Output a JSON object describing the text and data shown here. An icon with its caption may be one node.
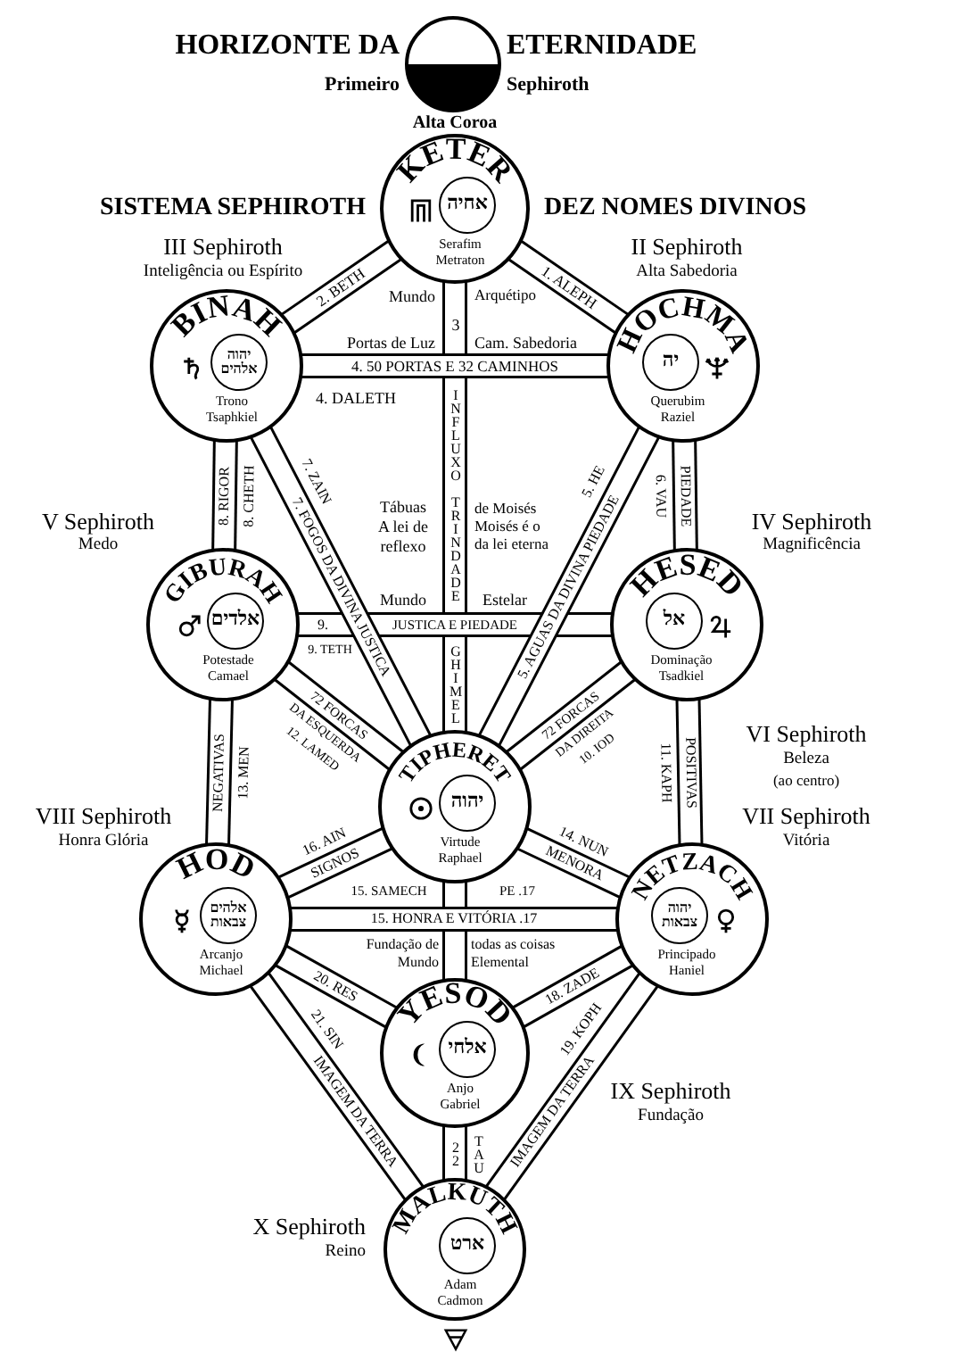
{
  "diagram": {
    "nodes": [
      {
        "text": [],
        "shape": "circle",
        "beside": [
          "HORIZONTE DA",
          "ETERNIDADE",
          "Primeiro",
          "Sephiroth"
        ]
      },
      {
        "text": [
          "KETER",
          "Serafim Metraton"
        ],
        "beside": [
          "Alta Coroa"
        ]
      },
      {
        "text": [
          "אחיה"
        ],
        "in": 1
      },
      {
        "text": [
          "BINAH",
          "Trono Tsaphkiel"
        ],
        "beside": [
          "III Sephiroth",
          "Inteligência ou Espírito"
        ]
      },
      {
        "text": [
          "יהוה אלהים"
        ],
        "in": 3
      },
      {
        "text": [
          "HOCHMA",
          "Querubim Raziel"
        ],
        "beside": [
          "II Sephiroth",
          "Alta Sabedoria"
        ]
      },
      {
        "text": [
          "יה"
        ],
        "in": 5
      },
      {
        "text": [
          "GIBURAH",
          "Potestade Camael"
        ],
        "beside": [
          "V Sephiroth",
          "Medo"
        ]
      },
      {
        "text": [
          "אלדים"
        ],
        "in": 7
      },
      {
        "text": [
          "HESED",
          "Dominação Tsadkiel"
        ],
        "beside": [
          "IV Sephiroth",
          "Magnificência"
        ]
      },
      {
        "text": [
          "אל"
        ],
        "in": 9
      },
      {
        "text": [
          "TIPHERET",
          "Virtude Raphael"
        ],
        "beside": [
          "VI Sephiroth",
          "Beleza",
          "(ao centro)"
        ]
      },
      {
        "text": [
          "יהוה"
        ],
        "in": 11
      },
      {
        "text": [
          "HOD",
          "Arcanjo Michael"
        ],
        "beside": [
          "VIII Sephiroth",
          "Honra Glória"
        ]
      },
      {
        "text": [
          "אלהים צבאות"
        ],
        "in": 13
      },
      {
        "text": [
          "NETZACH",
          "Principado Haniel"
        ],
        "beside": [
          "VII Sephiroth",
          "Vitória"
        ]
      },
      {
        "text": [
          "יהוה צבאות"
        ],
        "in": 15
      },
      {
        "text": [
          "YESOD",
          "Anjo Gabriel"
        ],
        "beside": [
          "IX Sephiroth",
          "Fundação"
        ]
      },
      {
        "text": [
          "אלחי"
        ],
        "in": 17
      },
      {
        "text": [
          "MALKUTH",
          "Adam Cadmon"
        ],
        "beside": [
          "X Sephiroth",
          "Reino"
        ]
      },
      {
        "text": [
          "ארט"
        ],
        "in": 19
      }
    ],
    "edges": [
      {
        "from": 1,
        "to": 5,
        "arrow": "none",
        "label": "1. ALEPH"
      },
      {
        "from": 1,
        "to": 3,
        "arrow": "none",
        "label": "2. BETH"
      },
      {
        "from": 1,
        "to": 11,
        "arrow": "none",
        "label": "INFLUXO TRINDADE"
      },
      {
        "from": 3,
        "to": 5,
        "arrow": "none",
        "label": "4. 50 PORTAS E 32 CAMINHOS"
      },
      {
        "from": 5,
        "to": 11,
        "arrow": "none",
        "label": "5. AGUAS DA DIVINA PIEDADE"
      },
      {
        "from": 5,
        "to": 9,
        "arrow": "none",
        "label": "PIEDADE"
      },
      {
        "from": 3,
        "to": 11,
        "arrow": "none",
        "label": "7. FOGOS DA DIVINA JUSTICA"
      },
      {
        "from": 3,
        "to": 7,
        "arrow": "none",
        "label": "8. RIGOR"
      },
      {
        "from": 7,
        "to": 9,
        "arrow": "none",
        "label": "JUSTICA E PIEDADE"
      },
      {
        "from": 9,
        "to": 11,
        "arrow": "none",
        "label": "72 FORCAS"
      },
      {
        "from": 9,
        "to": 15,
        "arrow": "none",
        "label": "POSITIVAS"
      },
      {
        "from": 7,
        "to": 11,
        "arrow": "none",
        "label": "72 FORCAS"
      },
      {
        "from": 7,
        "to": 13,
        "arrow": "none",
        "label": "NEGATIVAS"
      },
      {
        "from": 11,
        "to": 15,
        "arrow": "none",
        "label": "MENORA"
      },
      {
        "from": 13,
        "to": 15,
        "arrow": "none",
        "label": "15. HONRA E VITÓRIA .17"
      },
      {
        "from": 11,
        "to": 13,
        "arrow": "none",
        "label": "SIGNOS"
      },
      {
        "from": 11,
        "to": 17,
        "arrow": "none"
      },
      {
        "from": 15,
        "to": 17,
        "arrow": "none",
        "label": "18. ZADE"
      },
      {
        "from": 15,
        "to": 19,
        "arrow": "none",
        "label": "IMAGEM DA TERRA"
      },
      {
        "from": 13,
        "to": 17,
        "arrow": "none",
        "label": "20. RES"
      },
      {
        "from": 13,
        "to": 19,
        "arrow": "none",
        "label": "IMAGEM DA TERRA"
      },
      {
        "from": 17,
        "to": 19,
        "arrow": "none",
        "label": "22"
      }
    ],
    "labels": [
      "SISTEMA SEPHIROTH",
      "DEZ NOMES DIVINOS",
      "Mundo",
      "3",
      "Arquétipo",
      "Portas de Luz",
      "Cam. Sabedoria",
      "4. DALETH",
      "7. ZAIN",
      "8. CHETH",
      "Tábuas A lei de reflexo",
      "de Moisés Moisés é o da lei eterna",
      "5. HE",
      "6. VAU",
      "Mundo",
      "Estelar",
      "9.",
      "9. TETH",
      "GHIMEL",
      "DA ESQUERDA",
      "12. LAMED",
      "DA DIREITA",
      "10. IOD",
      "13. MEN",
      "11. KAPH",
      "16. AIN",
      "14. NUN",
      "15. SAMECH",
      "PE .17",
      "Fundação de Mundo",
      "todas as coisas Elemental",
      "21. SIN",
      "19. KOPH",
      "TAU"
    ]
  }
}
